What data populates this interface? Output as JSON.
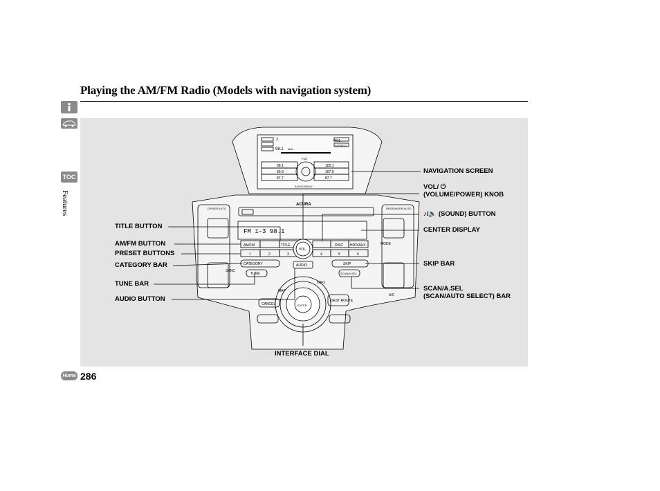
{
  "page": {
    "title": "Playing the AM/FM Radio (Models with navigation system)",
    "section": "Features",
    "page_number": "286",
    "toc_label": "TOC",
    "home_label": "Home"
  },
  "diagram": {
    "labels_left": {
      "title_button": "TITLE BUTTON",
      "amfm_button": "AM/FM BUTTON",
      "preset_buttons": "PRESET BUTTONS",
      "category_bar": "CATEGORY BAR",
      "tune_bar": "TUNE BAR",
      "audio_button": "AUDIO BUTTON"
    },
    "labels_right": {
      "navigation_screen": "NAVIGATION SCREEN",
      "vol_line1": "VOL/ ⏻",
      "vol_line2": "(VOLUME/POWER) KNOB",
      "sound_button": "♪/🔈 (SOUND) BUTTON",
      "center_display": "CENTER DISPLAY",
      "skip_bar": "SKIP BAR",
      "scan_line1": "SCAN/A.SEL",
      "scan_line2": "(SCAN/AUTO SELECT) BAR"
    },
    "labels_bottom": {
      "interface_dial": "INTERFACE DIAL"
    },
    "console_text": {
      "brand": "ACURA",
      "driver_auto": "DRIVER AUTO",
      "passenger_auto": "PASSENGER AUTO",
      "amfm": "AM/FM",
      "title": "TITLE",
      "disc": "DISC",
      "hdd": "HDD/AUX",
      "category": "CATEGORY",
      "tune": "TUNE",
      "skip": "SKIP",
      "scan": "SCAN/A.SEL",
      "audio": "AUDIO",
      "vol": "VOL",
      "map": "MAP",
      "info": "INFO",
      "cancel": "CANCEL",
      "enter": "ENTER",
      "dest_route": "DEST ROUTE",
      "mode": "MODE",
      "sync": "SYNC",
      "ac": "A/C",
      "center_display_text": "FM 1-3  98.1",
      "presets": [
        "1",
        "2",
        "3",
        "4",
        "5",
        "6"
      ],
      "nav_screen": {
        "band": "FM1",
        "stereo": "STEREO",
        "freq": "98.1",
        "unit": "MHz",
        "preset_num": "3",
        "fm_label": "FM2",
        "left_list": [
          "98.1",
          "89.9",
          "87.7"
        ],
        "right_list": [
          "105.1",
          "107.9",
          "87.7"
        ],
        "menu": "AUDIO MENU"
      }
    }
  },
  "colors": {
    "panel_bg": "#e4e4e4",
    "icon_gray": "#8a8a8a"
  }
}
